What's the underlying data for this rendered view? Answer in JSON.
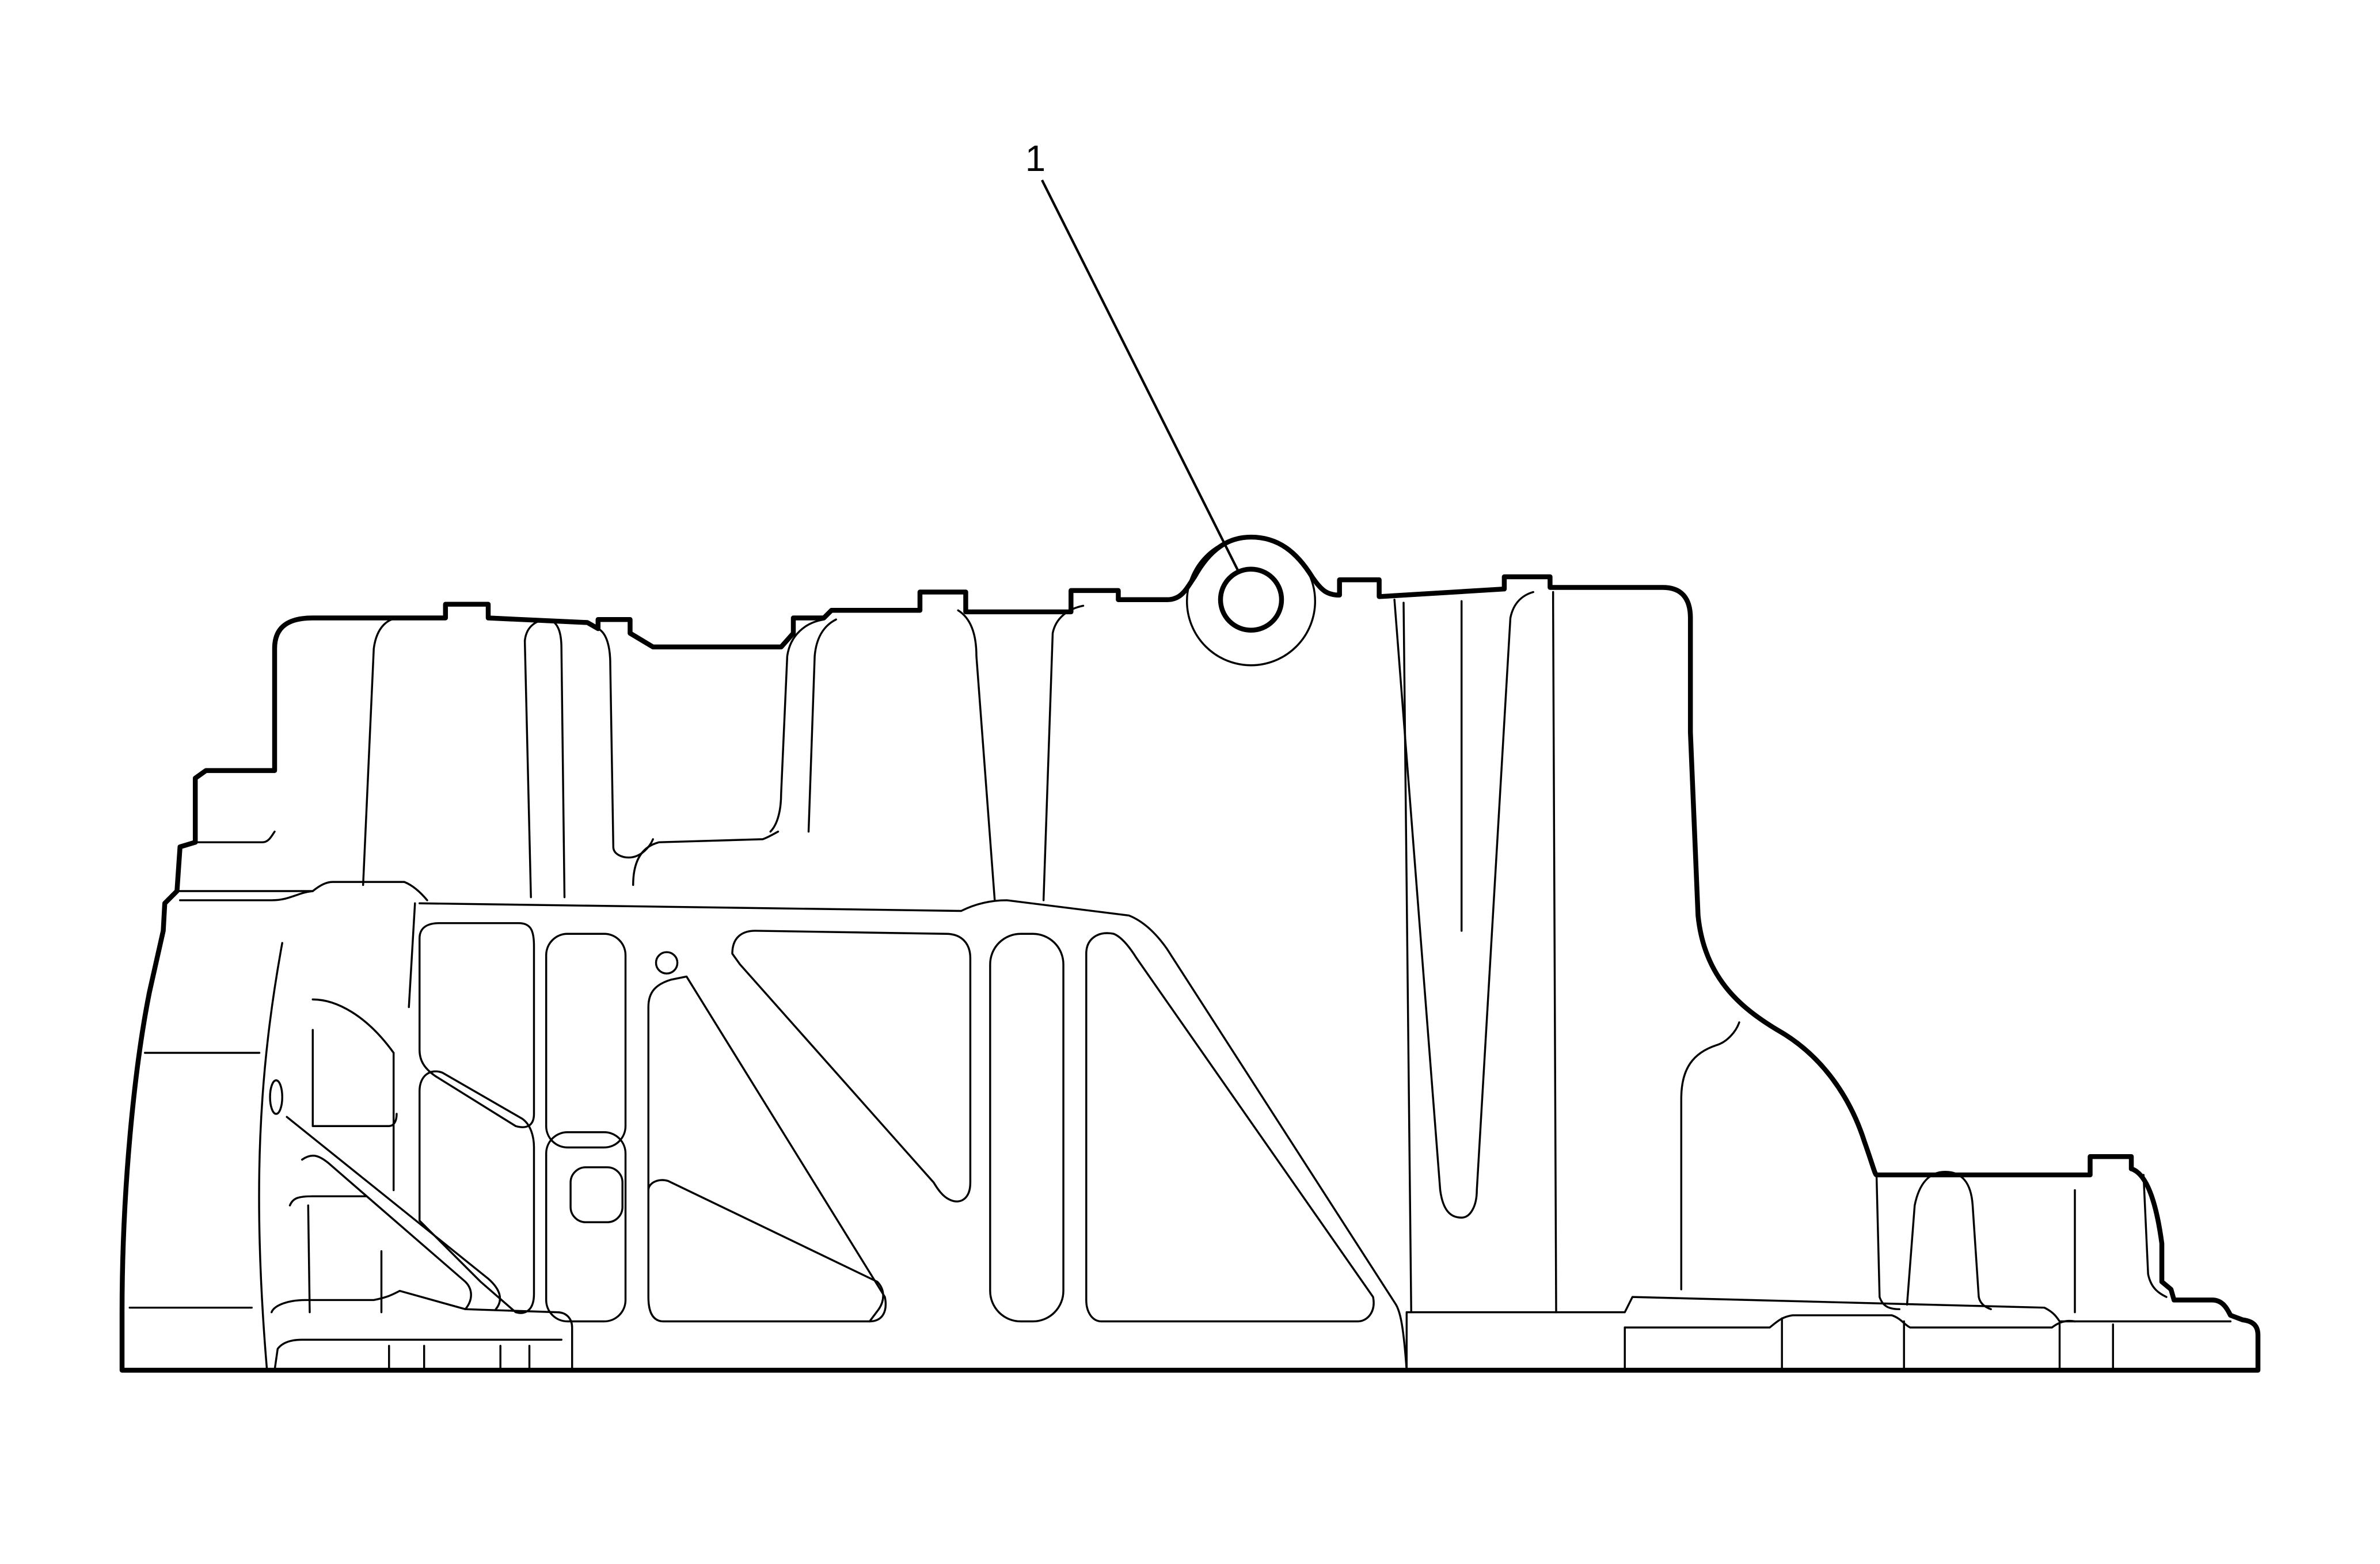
{
  "figure": {
    "subject": "oil pan",
    "background_color": "#ffffff",
    "line_color": "#000000"
  },
  "callouts": [
    {
      "label": "1",
      "target": "drain plug / boss"
    }
  ]
}
